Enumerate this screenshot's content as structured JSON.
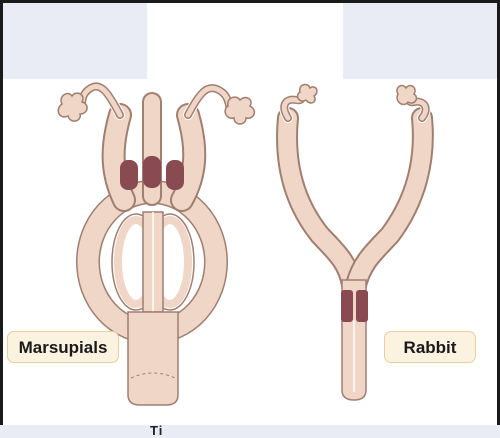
{
  "labels": {
    "left": "Marsupials",
    "right": "Rabbit"
  },
  "caption_partial": "Ti",
  "colors": {
    "tract_fill": "#efd6c6",
    "tract_stroke": "#a07e70",
    "cervix_dark": "#8a4a52",
    "header_band": "#e9ecf5",
    "label_bg": "#fbf2df",
    "label_border": "#e7cf9f"
  }
}
